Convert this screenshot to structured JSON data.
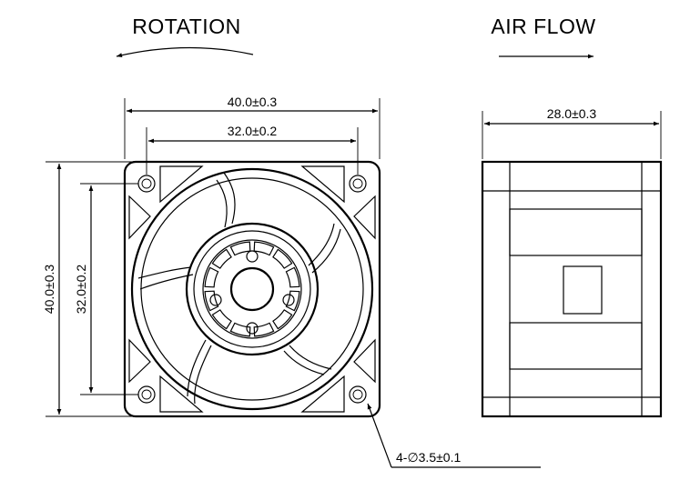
{
  "headings": {
    "rotation": "ROTATION",
    "air_flow": "AIR FLOW"
  },
  "front_view": {
    "overall_width": "40.0±0.3",
    "hole_pitch_width": "32.0±0.2",
    "overall_height": "40.0±0.3",
    "hole_pitch_height": "32.0±0.2",
    "mounting_holes": "4-∅3.5±0.1"
  },
  "side_view": {
    "depth": "28.0±0.3"
  }
}
